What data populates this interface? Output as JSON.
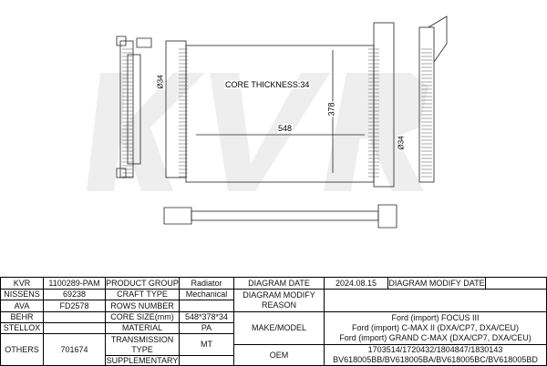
{
  "drawing": {
    "core_thickness": "CORE THICKNESS:34",
    "width_dim": "548",
    "height_dim": "378",
    "dia1": "Ø34",
    "dia2": "Ø34",
    "watermark": "KVR"
  },
  "table": {
    "kvr_label": "KVR",
    "kvr": "1100289-PAM",
    "nissens_label": "NISSENS",
    "nissens": "69238",
    "ava_label": "AVA",
    "ava": "FD2578",
    "behr_label": "BEHR",
    "behr": "",
    "stellox_label": "STELLOX",
    "stellox": "",
    "others_label": "OTHERS",
    "others": "701674",
    "product_group_label": "PRODUCT GROUP",
    "product_group": "Radiator",
    "craft_type_label": "CRAFT TYPE",
    "craft_type": "Mechanical",
    "rows_number_label": "ROWS NUMBER",
    "rows_number": "",
    "core_size_label": "CORE SIZE(mm)",
    "core_size": "548*378*34",
    "material_label": "MATERIAL",
    "material": "PA",
    "transmission_label": "TRANSMISSION TYPE",
    "transmission": "MT",
    "supplementary_label": "SUPPLEMENTARY",
    "supplementary": "",
    "diagram_date_label": "DIAGRAM DATE",
    "diagram_date": "2024.08.15",
    "diagram_modify_date_label": "DIAGRAM MODIFY DATE",
    "diagram_modify_date": "",
    "diagram_modify_reason_label": "DIAGRAM MODIFY REASON",
    "diagram_modify_reason": "",
    "make_model_label": "MAKE/MODEL",
    "make_model": [
      "Ford (import) FOCUS III",
      "Ford (import) C-MAX II (DXA/CP7, DXA/CEU)",
      "Ford (import) GRAND C-MAX (DXA/CP7, DXA/CEU)"
    ],
    "oem_label": "OEM",
    "oem": [
      "1703514/1720432/1804847/1830143",
      "BV618005BB/BV618005BA/BV618005BC/BV618005BD"
    ]
  }
}
